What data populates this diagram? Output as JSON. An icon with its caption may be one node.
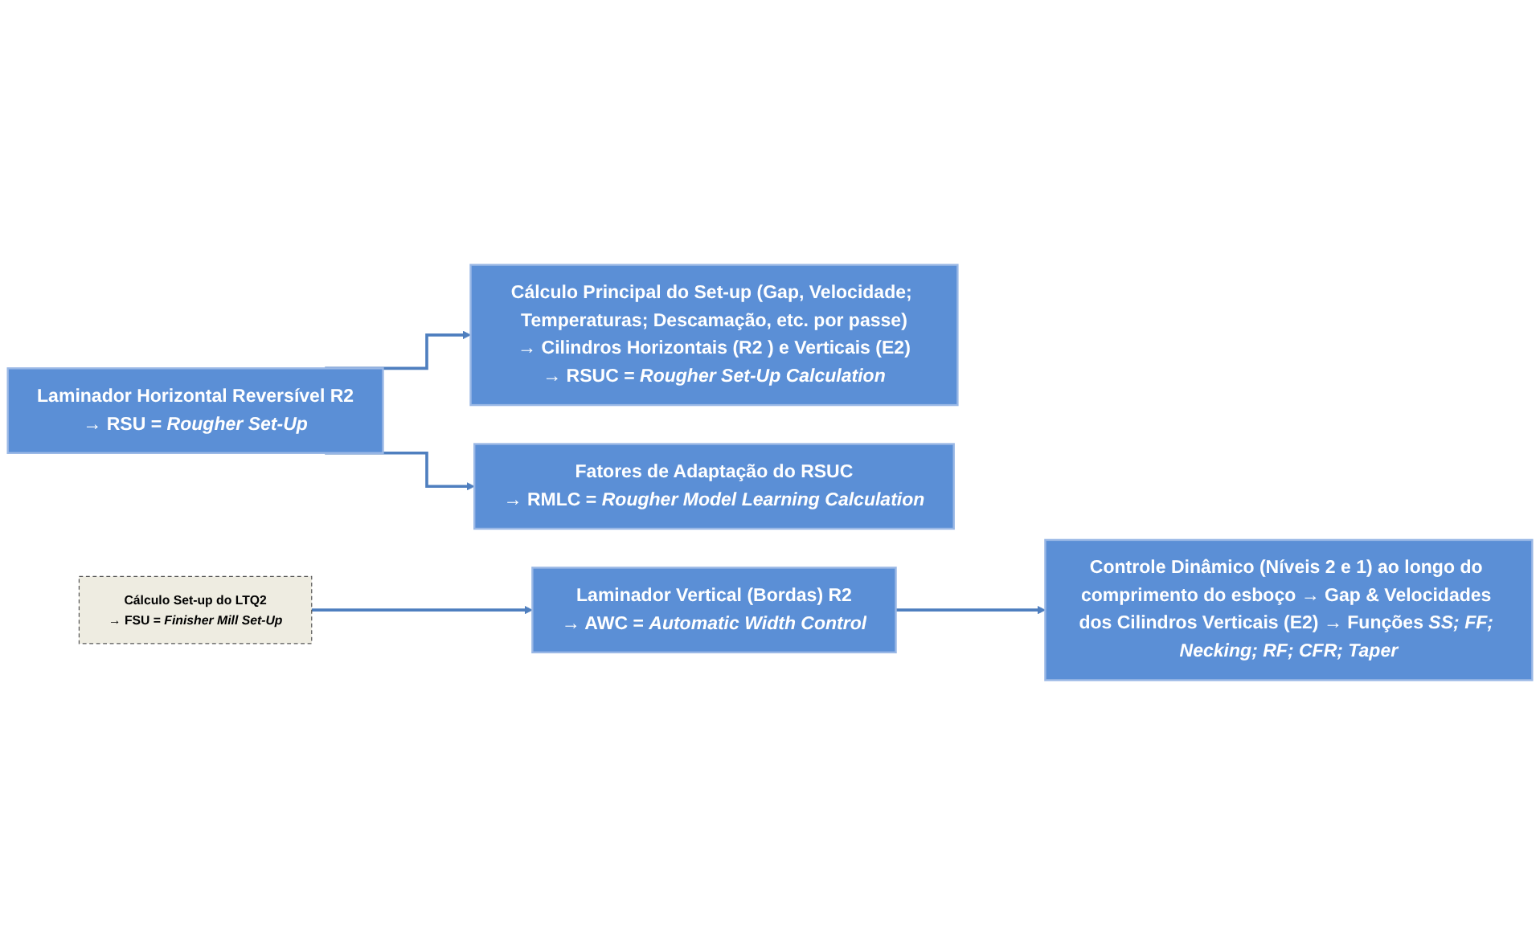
{
  "diagram": {
    "nodes": [
      {
        "text": [
          "Laminador Horizontal Reversível R2",
          "→ RSU = *Rougher Set-Up*"
        ]
      },
      {
        "text": [
          "Cálculo Principal do Set-up (Gap, Velocidade; Temperaturas; Descamação, etc. por passe)",
          "→ Cilindros Horizontais (R2 ) e Verticais (E2)",
          "→ RSUC = *Rougher Set-Up Calculation*"
        ]
      },
      {
        "text": [
          "Fatores de Adaptação do RSUC",
          "→ RMLC = *Rougher Model  Learning Calculation*"
        ]
      },
      {
        "text": [
          "Laminador Vertical (Bordas) R2",
          "→ AWC = *Automatic Width Control*"
        ]
      },
      {
        "text": [
          "Controle Dinâmico (Níveis 2 e 1) ao longo do comprimento do esboço → Gap & Velocidades dos Cilindros Verticais (E2) → Funções *SS; FF; Necking; RF; CFR; Taper*"
        ]
      },
      {
        "text": [
          "Cálculo Set-up do LTQ2",
          "→ FSU = *Finisher Mill Set-Up*"
        ]
      }
    ],
    "edges": [
      {
        "from": 0,
        "to": 1,
        "arrow": "to"
      },
      {
        "from": 0,
        "to": 2,
        "arrow": "to"
      },
      {
        "from": 3,
        "to": 4,
        "arrow": "to"
      },
      {
        "from": 5,
        "to": 3,
        "arrow": "to"
      }
    ]
  }
}
